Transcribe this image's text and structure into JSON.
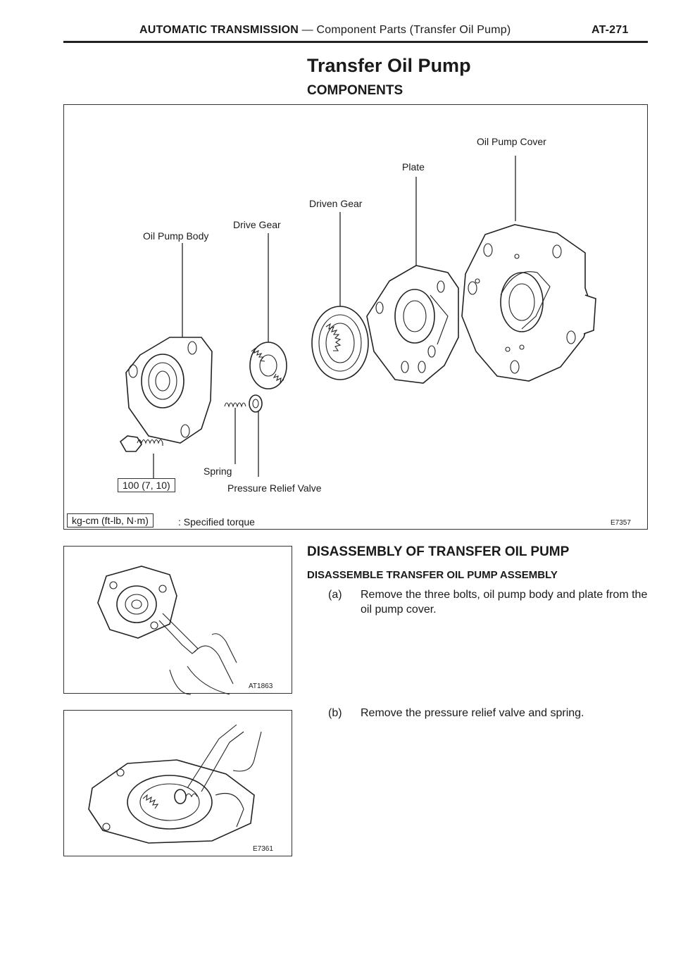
{
  "header": {
    "section": "AUTOMATIC TRANSMISSION",
    "dash": " — ",
    "subsection": "Component Parts (Transfer Oil Pump)",
    "page": "AT-271"
  },
  "title": "Transfer Oil Pump",
  "subtitle": "COMPONENTS",
  "diagram": {
    "labels": {
      "oil_pump_cover": "Oil Pump Cover",
      "plate": "Plate",
      "driven_gear": "Driven Gear",
      "drive_gear": "Drive Gear",
      "oil_pump_body": "Oil Pump Body",
      "spring": "Spring",
      "pressure_relief_valve": "Pressure Relief Valve"
    },
    "torque": "100 (7, 10)",
    "legend_unit": "kg-cm (ft-lb, N·m)",
    "legend_text": ": Specified torque",
    "code": "E7357"
  },
  "figures": {
    "fig1_code": "AT1863",
    "fig2_code": "E7361"
  },
  "procedure": {
    "heading": "DISASSEMBLY OF TRANSFER OIL PUMP",
    "subheading": "DISASSEMBLE TRANSFER OIL PUMP ASSEMBLY",
    "steps": [
      {
        "tag": "(a)",
        "text": "Remove the three bolts, oil pump body and plate from the oil pump cover."
      },
      {
        "tag": "(b)",
        "text": "Remove the pressure relief valve and spring."
      }
    ]
  }
}
